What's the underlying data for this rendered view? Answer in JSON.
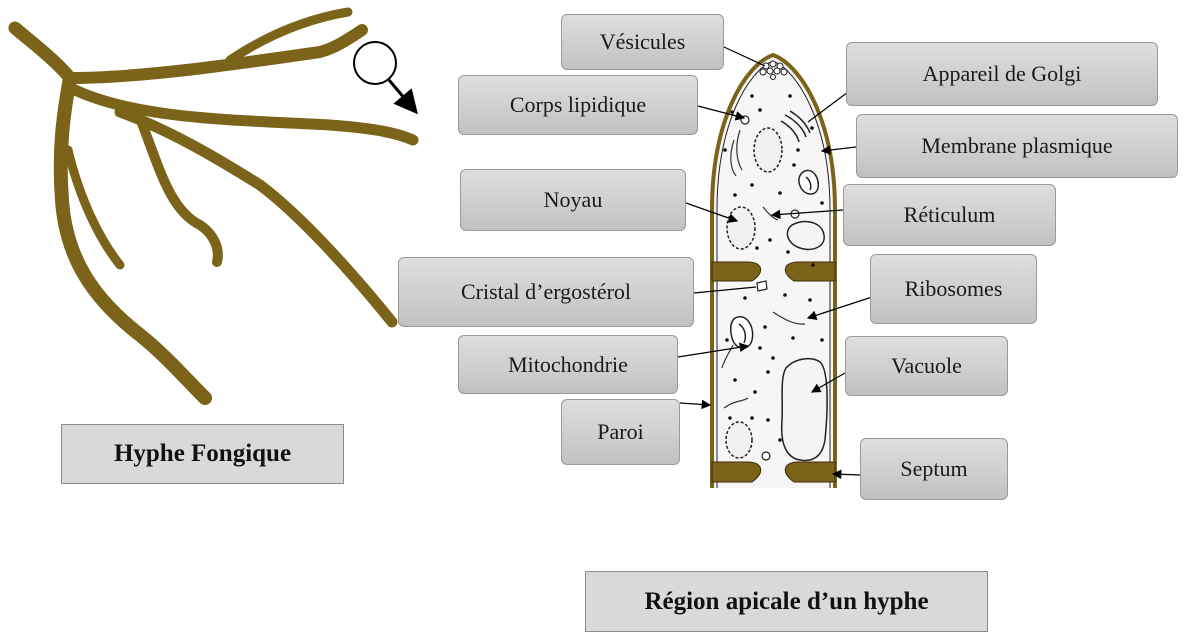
{
  "titles": {
    "left": "Hyphe Fongique",
    "bottom": "Région apicale d’un hyphe"
  },
  "labels": {
    "vesicules": "Vésicules",
    "appareil_golgi": "Appareil de Golgi",
    "corps_lipidique": "Corps lipidique",
    "membrane_plasmique": "Membrane plasmique",
    "noyau": "Noyau",
    "reticulum": "Réticulum",
    "cristal_ergosterol": "Cristal d’ergostérol",
    "ribosomes": "Ribosomes",
    "mitochondrie": "Mitochondrie",
    "vacuole": "Vacuole",
    "paroi": "Paroi",
    "septum": "Septum"
  },
  "colors": {
    "hypha": "#7b6419",
    "label_fill": "#d0d0d0",
    "title_fill": "#d9d9d9"
  }
}
